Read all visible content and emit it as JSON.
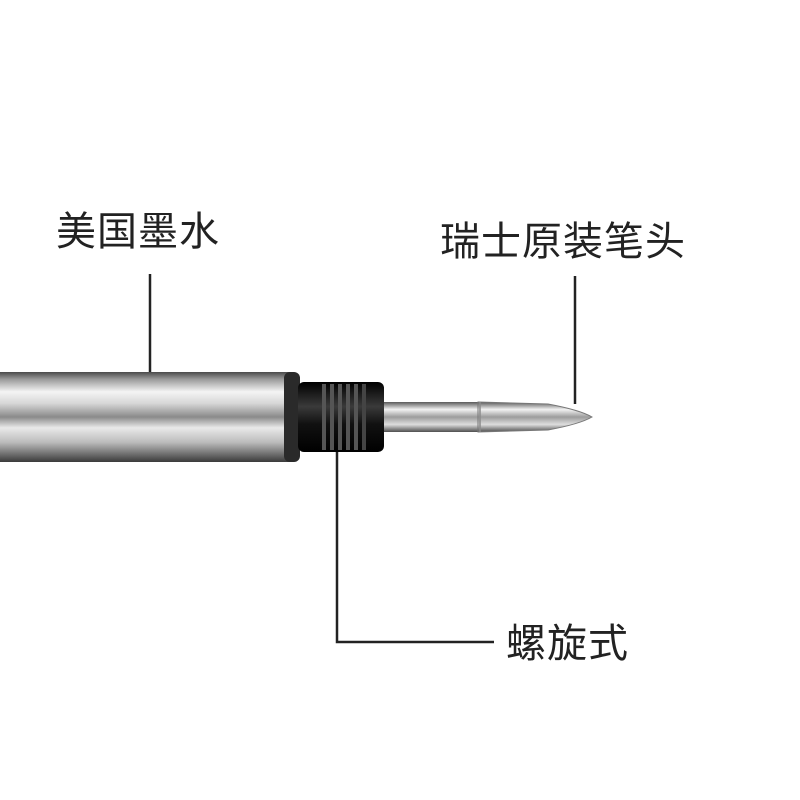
{
  "labels": {
    "ink": "美国墨水",
    "tip": "瑞士原装笔头",
    "screw": "螺旋式"
  },
  "colors": {
    "background": "#ffffff",
    "label_text": "#222222",
    "leader_line": "#222222",
    "barrel_metal": "#c9c9c9",
    "thread_black": "#111111",
    "tip_metal": "#bdbdbd"
  }
}
